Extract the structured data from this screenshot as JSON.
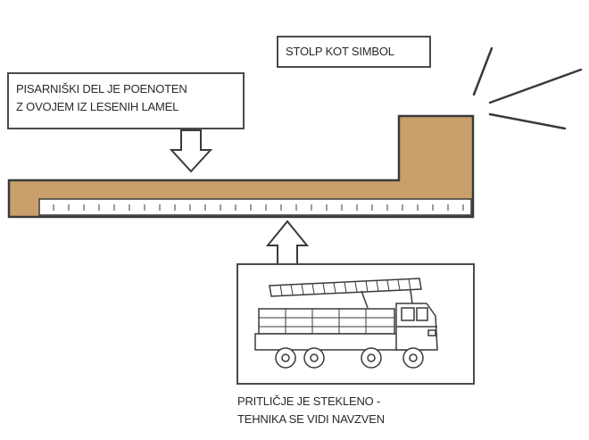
{
  "labels": {
    "office_part": [
      "PISARNIŠKI DEL JE POENOTEN",
      "Z OVOJEM IZ LESENIH LAMEL"
    ],
    "column_symbol": "STOLP KOT SIMBOL",
    "ground_floor": [
      "PRITLIČJE JE STEKLENO -",
      "TEHNIKA SE VIDI NAVZVEN"
    ]
  },
  "colors": {
    "wood": "#c9a06c",
    "outline": "#3a3a3a",
    "background": "#ffffff"
  },
  "icons": [
    "fire-truck-icon",
    "ray-lines-icon",
    "down-arrow-icon",
    "up-arrow-icon"
  ]
}
